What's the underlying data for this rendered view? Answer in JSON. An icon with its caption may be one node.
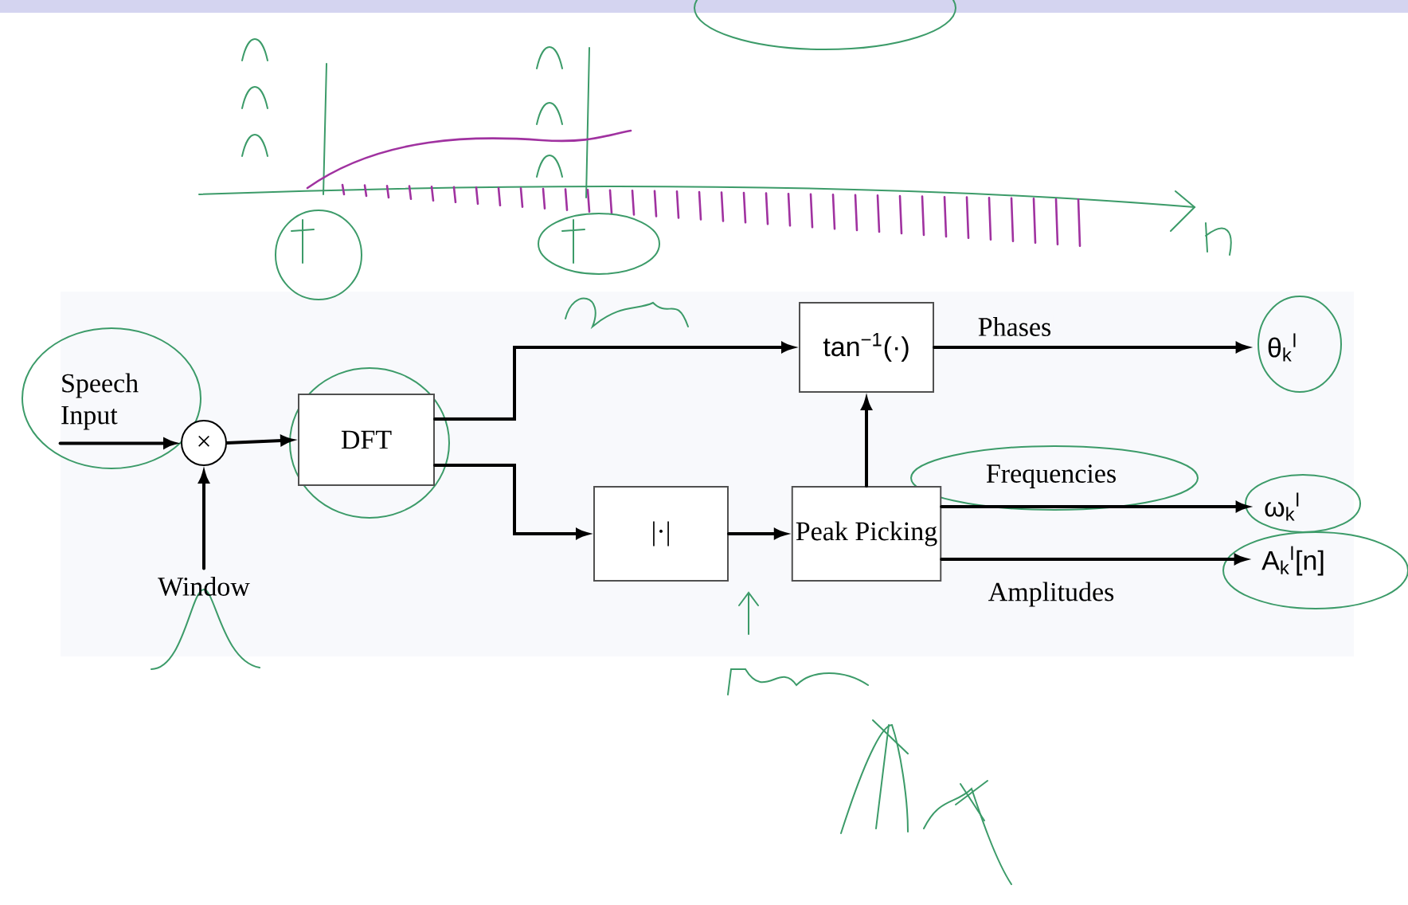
{
  "diagram": {
    "nodes": [
      {
        "text": [
          "Speech Input"
        ]
      },
      {
        "text": [
          "×"
        ]
      },
      {
        "text": [
          "Window"
        ]
      },
      {
        "text": [
          "DFT"
        ]
      },
      {
        "text": [
          "|·|"
        ]
      },
      {
        "text": [
          "tan$^{−1}$(·)"
        ]
      },
      {
        "text": [
          "Peak Picking"
        ]
      },
      {
        "text": [
          "θ$_{k}$$^{l}$"
        ]
      },
      {
        "text": [
          "ω$_{k}$$^{l}$"
        ]
      },
      {
        "text": [
          "A$_{k}$$^{l}$[n]"
        ]
      }
    ],
    "edges": [
      {
        "from": 0,
        "to": 1,
        "arrow": "to"
      },
      {
        "from": 2,
        "to": 1,
        "arrow": "to"
      },
      {
        "from": 1,
        "to": 3,
        "arrow": "to"
      },
      {
        "from": 3,
        "to": 5,
        "arrow": "to"
      },
      {
        "from": 3,
        "to": 4,
        "arrow": "to"
      },
      {
        "from": 4,
        "to": 6,
        "arrow": "to"
      },
      {
        "from": 6,
        "to": 5,
        "arrow": "to"
      },
      {
        "from": 5,
        "to": 7,
        "arrow": "to",
        "label": "Phases"
      },
      {
        "from": 6,
        "to": 8,
        "arrow": "to",
        "label": "Frequencies"
      },
      {
        "from": 6,
        "to": 9,
        "arrow": "to",
        "label": "Amplitudes"
      }
    ]
  }
}
